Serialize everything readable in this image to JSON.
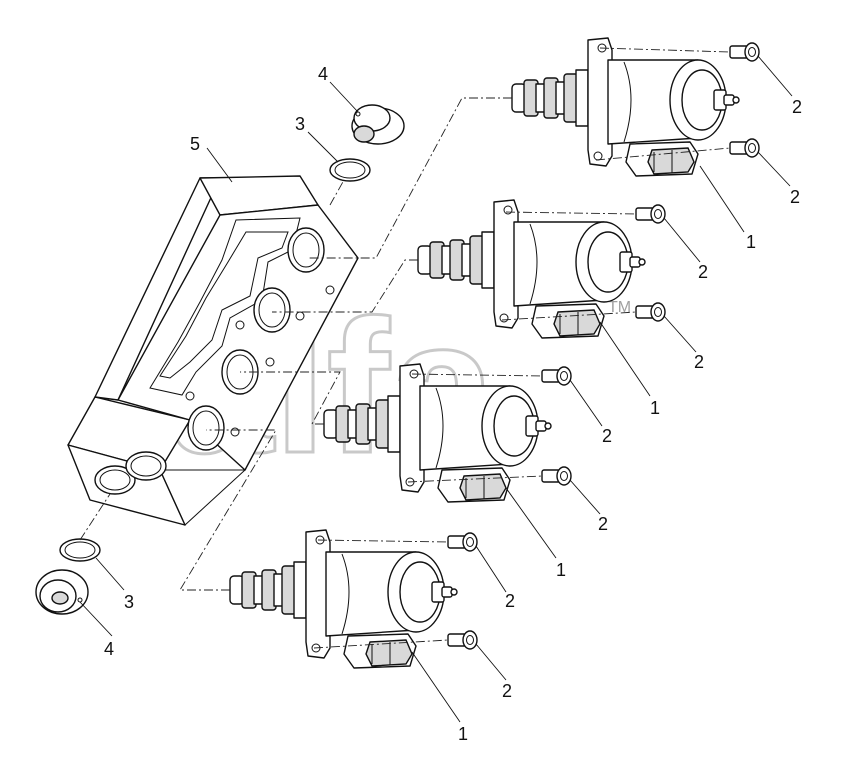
{
  "diagram": {
    "callouts": {
      "solenoid_valve": "1",
      "bolt": "2",
      "o_ring": "3",
      "plug": "4",
      "valve_body": "5"
    },
    "watermark": {
      "text": "alfa",
      "trademark": "TM"
    }
  }
}
